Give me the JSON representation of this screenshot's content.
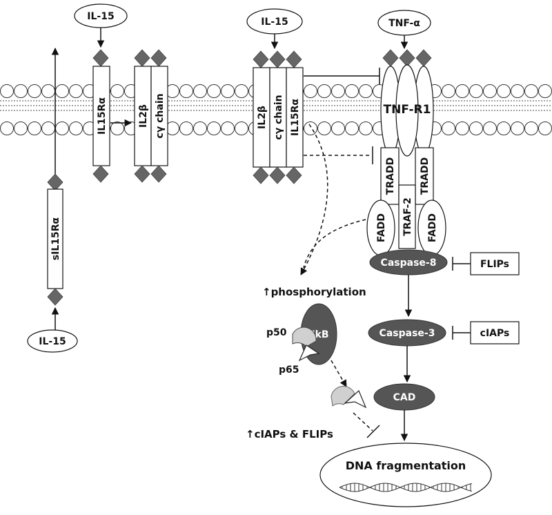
{
  "ligands": {
    "il15_top_left": "IL-15",
    "il15_top_mid": "IL-15",
    "tnf_alpha": "TNF-α",
    "il15_bottom": "IL-15"
  },
  "receptors": {
    "il15ra_left": "IL15Rα",
    "il2b_left": "IL2β",
    "cy_chain_left": "cγ chain",
    "il2b_mid": "IL2β",
    "cy_chain_mid": "cγ chain",
    "il15ra_mid": "IL15Rα",
    "sil15ra": "sIL15Rα",
    "tnf_r1": "TNF-R1"
  },
  "adaptors": {
    "tradd_left": "TRADD",
    "tradd_right": "TRADD",
    "traf2": "TRAF-2",
    "fadd_left": "FADD",
    "fadd_right": "FADD"
  },
  "cascade": {
    "caspase8": "Caspase-8",
    "caspase3": "Caspase-3",
    "cad": "CAD",
    "dna_fragmentation": "DNA fragmentation"
  },
  "inhibitors": {
    "flips": "FLIPs",
    "ciaps": "cIAPs"
  },
  "nfkb": {
    "phosphorylation": "↑phosphorylation",
    "ikb": "IkB",
    "p50": "p50",
    "p65": "p65",
    "upregulation": "↑cIAPs & FLIPs"
  }
}
